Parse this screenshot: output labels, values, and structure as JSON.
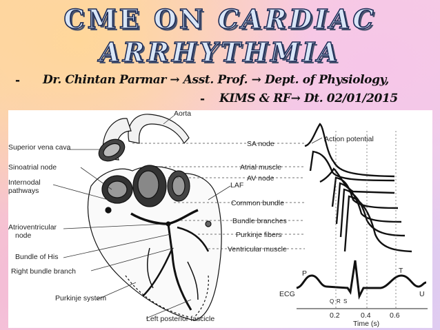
{
  "slide": {
    "title_line1_prefix": "CME ON",
    "title_line1_emph": "CARDIAC",
    "title_line2": "ARRHYTHMIA",
    "bullet": "-",
    "author_line": "Dr. Chintan Parmar → Asst. Prof. → Dept. of Physiology,",
    "affiliation_line": "KIMS & RF→ Dt. 02/01/2015"
  },
  "figure": {
    "left_labels": {
      "superior_vena_cava": "Superior vena cava",
      "sinoatrial_node": "Sinoatrial node",
      "internodal_pathways": "Internodal\npathways",
      "internodal_1": "Internodal",
      "internodal_2": "pathways",
      "av_node_1": "Atrioventricular",
      "av_node_2": "node",
      "bundle_of_his": "Bundle of His",
      "right_bundle_branch": "Right bundle branch",
      "purkinje_system": "Purkinje system",
      "left_posterior_fascicle": "Left posterior fascicle",
      "aorta": "Aorta",
      "laf": "LAF"
    },
    "trace_labels": {
      "action_potential": "Action potential",
      "sa_node": "SA node",
      "atrial_muscle": "Atrial muscle",
      "av_node": "AV node",
      "common_bundle": "Common bundle",
      "bundle_branches": "Bundle branches",
      "purkinje_fibers": "Purkinje fibers",
      "ventricular_muscle": "Ventricular muscle",
      "ecg": "ECG"
    },
    "ecg_waves": {
      "p": "P",
      "q": "Q",
      "r": "R",
      "s": "S",
      "t": "T",
      "u": "U"
    },
    "time_axis": {
      "ticks": [
        "0.2",
        "0.4",
        "0.6"
      ],
      "label": "Time (s)"
    }
  }
}
